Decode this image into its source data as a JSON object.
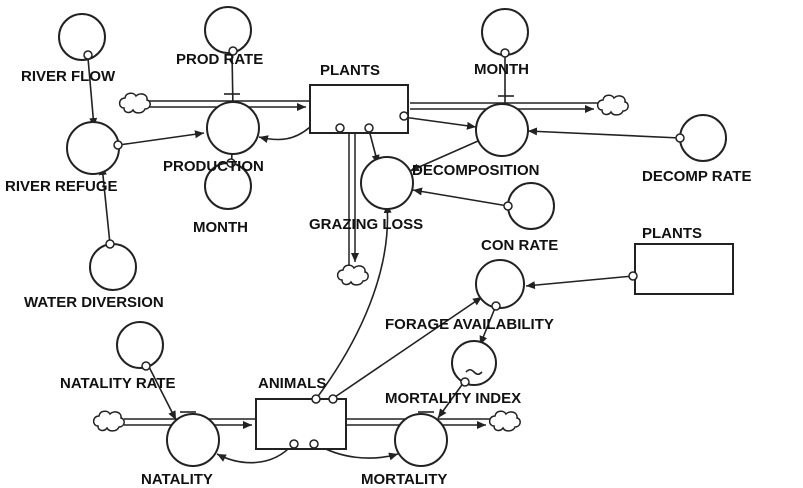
{
  "labels": {
    "river_flow": "RIVER FLOW",
    "prod_rate": "PROD RATE",
    "plants_stock": "PLANTS",
    "month_top": "MONTH",
    "river_refuge": "RIVER REFUGE",
    "production": "PRODUCTION",
    "decomposition": "DECOMPOSITION",
    "decomp_rate": "DECOMP RATE",
    "month_bottom": "MONTH",
    "grazing_loss": "GRAZING LOSS",
    "con_rate": "CON RATE",
    "plants_ghost": "PLANTS",
    "water_diversion": "WATER DIVERSION",
    "forage_availability": "FORAGE AVAILABILITY",
    "natality_rate": "NATALITY RATE",
    "animals": "ANIMALS",
    "mortality_index": "MORTALITY INDEX",
    "natality": "NATALITY",
    "mortality": "MORTALITY"
  }
}
